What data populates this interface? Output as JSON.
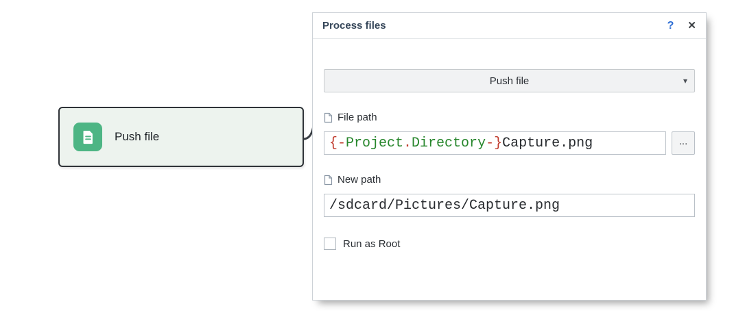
{
  "canvas": {
    "node": {
      "label": "Push file",
      "icon": "document-icon",
      "icon_color": "#4db584"
    }
  },
  "panel": {
    "title": "Process files",
    "header": {
      "help_glyph": "?",
      "close_glyph": "✕"
    },
    "action_dropdown": {
      "value": "Push file",
      "caret_glyph": "▾"
    },
    "file_path_field": {
      "label": "File path",
      "icon": "file-icon",
      "value": "{-Project.Directory-}Capture.png",
      "segments": [
        {
          "text": "{-",
          "color": "#c0392b"
        },
        {
          "text": "Project",
          "color": "#27862c"
        },
        {
          "text": ".",
          "color": "#c0392b"
        },
        {
          "text": "Directory",
          "color": "#27862c"
        },
        {
          "text": "-}",
          "color": "#c0392b"
        },
        {
          "text": "Capture.png",
          "color": "#26292d"
        }
      ],
      "browse_label": "..."
    },
    "new_path_field": {
      "label": "New path",
      "icon": "file-icon",
      "value": "/sdcard/Pictures/Capture.png"
    },
    "run_as_root": {
      "label": "Run as Root",
      "checked": false
    }
  },
  "colors": {
    "help_icon": "#2b6cd4",
    "node_icon": "#4db584",
    "node_border": "#2f3338",
    "node_background": "#edf3ee"
  }
}
